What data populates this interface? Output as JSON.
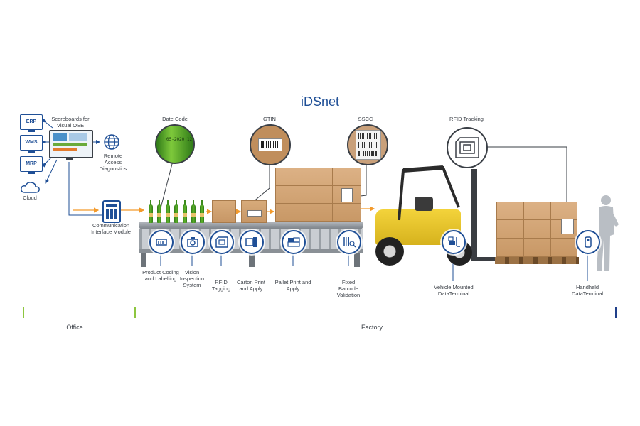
{
  "title": "iDSnet",
  "systems": [
    {
      "label": "ERP"
    },
    {
      "label": "WMS"
    },
    {
      "label": "MRP"
    }
  ],
  "cloud_label": "Cloud",
  "scoreboards_label": "Scoreboards for Visual OEE",
  "remote_label": "Remote Access Diagnostics",
  "comm_label": "Communication Interface Module",
  "zooms": {
    "date_code": {
      "label": "Date Code",
      "print": "05-2020 12"
    },
    "gtin": {
      "label": "GTIN"
    },
    "sscc": {
      "label": "SSCC"
    },
    "rfid_tracking": {
      "label": "RFID Tracking"
    }
  },
  "stations": [
    {
      "label": "Product Coding and Labelling",
      "icon": "printer-icon"
    },
    {
      "label": "Vision Inspection System",
      "icon": "camera-icon"
    },
    {
      "label": "RFID Tagging",
      "icon": "rfid-tag-icon"
    },
    {
      "label": "Carton Print and Apply",
      "icon": "carton-icon"
    },
    {
      "label": "Pallet Print and Apply",
      "icon": "pallet-icon"
    },
    {
      "label": "Fixed Barcode Validation",
      "icon": "barcode-search-icon"
    }
  ],
  "vehicle_label": "Vehicle Mounted DataTerminal",
  "handheld_label": "Handheld DataTerminal",
  "phases": {
    "office": "Office",
    "factory": "Factory"
  },
  "colors": {
    "brand_blue": "#1f4f96",
    "office_green": "#8dc63f",
    "factory_blue": "#1f4f96",
    "arrow_orange": "#f39a2b"
  }
}
